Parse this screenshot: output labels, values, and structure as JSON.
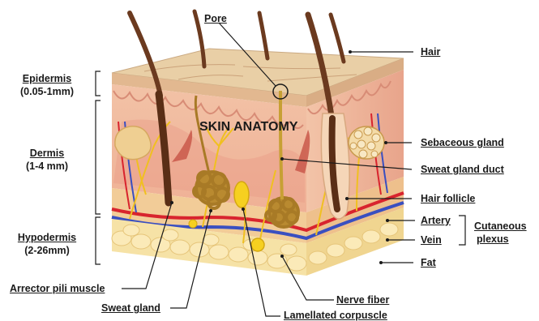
{
  "title": "SKIN ANATOMY",
  "labels": {
    "pore": "Pore",
    "hair": "Hair",
    "epidermis": "Epidermis",
    "epidermis_size": "(0.05-1mm)",
    "dermis": "Dermis",
    "dermis_size": "(1-4 mm)",
    "hypodermis": "Hypodermis",
    "hypodermis_size": "(2-26mm)",
    "sebaceous_gland": "Sebaceous gland",
    "sweat_gland_duct": "Sweat gland duct",
    "hair_follicle": "Hair follicle",
    "artery": "Artery",
    "vein": "Vein",
    "cutaneous": "Cutaneous",
    "plexus": "plexus",
    "fat": "Fat",
    "arrector_pili_muscle": "Arrector pili muscle",
    "sweat_gland": "Sweat gland",
    "nerve_fiber": "Nerve fiber",
    "lamellated_corpuscle": "Lamellated corpuscle"
  },
  "colors": {
    "epidermis_top": "#e9cfa6",
    "dermis": "#f0b8a0",
    "dermis_dark": "#e59a88",
    "hypodermis": "#f3d6a0",
    "fat": "#f6e2a6",
    "hair": "#6b3a1f",
    "artery": "#d8242e",
    "vein": "#3a4fc0",
    "nerve": "#f0c020",
    "gland": "#a87a26"
  }
}
